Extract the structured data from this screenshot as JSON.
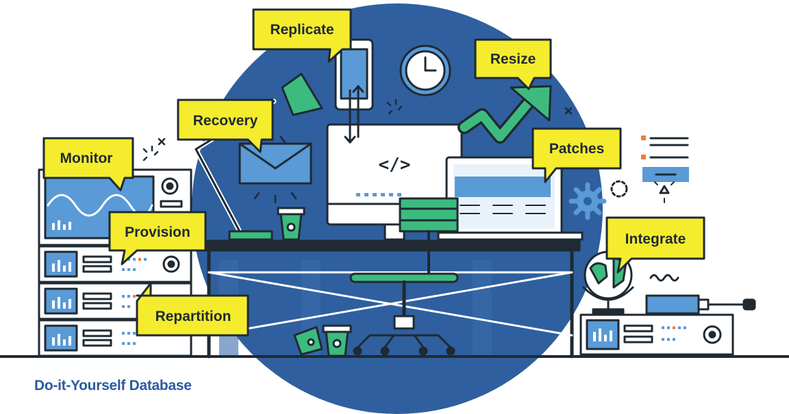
{
  "caption": "Do-it-Yourself Database",
  "callouts": {
    "replicate": "Replicate",
    "resize": "Resize",
    "recovery": "Recovery",
    "monitor": "Monitor",
    "patches": "Patches",
    "provision": "Provision",
    "integrate": "Integrate",
    "repartition": "Repartition"
  },
  "monitor_screen_code": "</>",
  "colors": {
    "circle": "#2f5f9e",
    "callout": "#f5ec2e",
    "outline": "#1f2a33",
    "accent_blue": "#5a9ad6",
    "accent_green": "#3dbb7f",
    "accent_orange": "#f27a3a"
  }
}
